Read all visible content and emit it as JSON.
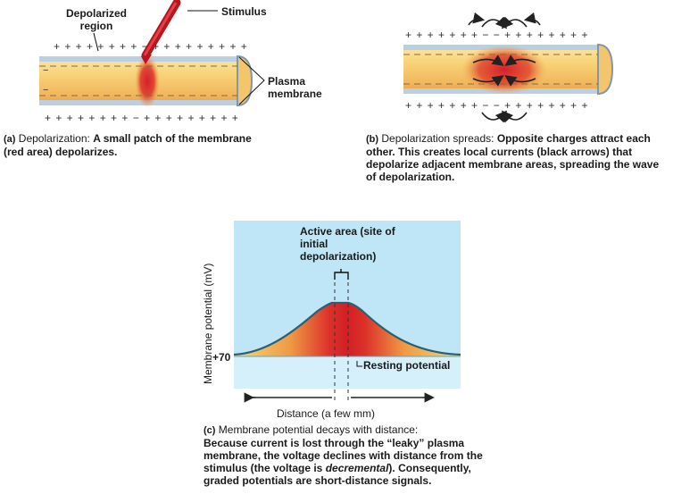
{
  "panel_a": {
    "label_depolarized": "Depolarized region",
    "label_stimulus": "Stimulus",
    "label_plasma": "Plasma membrane",
    "caption_tag": "(a)",
    "caption_title": "Depolarization:",
    "caption_text": "A small patch of the membrane (red area) depolarizes."
  },
  "panel_b": {
    "caption_tag": "(b)",
    "caption_title": "Depolarization spreads:",
    "caption_text": "Opposite charges attract each other. This creates local currents (black arrows) that depolarize adjacent membrane areas, spreading the wave of depolarization."
  },
  "panel_c": {
    "active_area_label": "Active area (site of initial depolarization)",
    "y_axis_label": "Membrane potential (mV)",
    "y_tick": "+70",
    "resting_label": "Resting potential",
    "x_axis_label": "Distance (a few mm)",
    "caption_tag": "(c)",
    "caption_title": "Membrane potential decays with distance:",
    "caption_text_1": "Because current is lost through the “leaky” plasma membrane, the voltage declines with distance from the stimulus (the voltage is ",
    "caption_text_em": "decremental",
    "caption_text_2": "). Consequently, graded potentials are short-distance signals."
  },
  "colors": {
    "axon_yellow": "#f7d77a",
    "axon_orange": "#f0a54a",
    "depol_red": "#d6202a",
    "chart_bg": "#bfe6f7",
    "curve": "#2b5f73"
  }
}
